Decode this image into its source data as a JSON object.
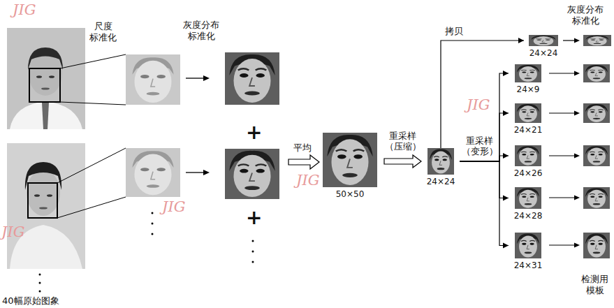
{
  "diagram": {
    "nodes": [
      {
        "text": [
          "50×50"
        ]
      },
      {
        "text": [
          "24×24"
        ]
      },
      {
        "text": [
          "24×24"
        ]
      },
      {
        "text": [
          "24×9"
        ]
      },
      {
        "text": [
          "24×21"
        ]
      },
      {
        "text": [
          "24×26"
        ]
      },
      {
        "text": [
          "24×28"
        ]
      },
      {
        "text": [
          "24×31"
        ]
      }
    ],
    "edges": [
      {
        "from": 0,
        "to": 1,
        "arrow": "to",
        "label": "重采样 （压缩）"
      },
      {
        "from": 1,
        "to": 2,
        "arrow": "to",
        "label": "拷贝"
      },
      {
        "from": 1,
        "to": 3,
        "arrow": "to",
        "label": "重采样 （变形）"
      },
      {
        "from": 1,
        "to": 4,
        "arrow": "to"
      },
      {
        "from": 1,
        "to": 5,
        "arrow": "to"
      },
      {
        "from": 1,
        "to": 6,
        "arrow": "to"
      },
      {
        "from": 1,
        "to": 7,
        "arrow": "to"
      }
    ],
    "labels": [
      "JIG",
      "JIG",
      "JIG",
      "JIG",
      "JIG",
      "尺度 标准化",
      "灰度分布 标准化",
      "平均",
      "灰度分布 标准化",
      "检测用 模板",
      "40幅原始图象",
      "+",
      "+"
    ]
  }
}
